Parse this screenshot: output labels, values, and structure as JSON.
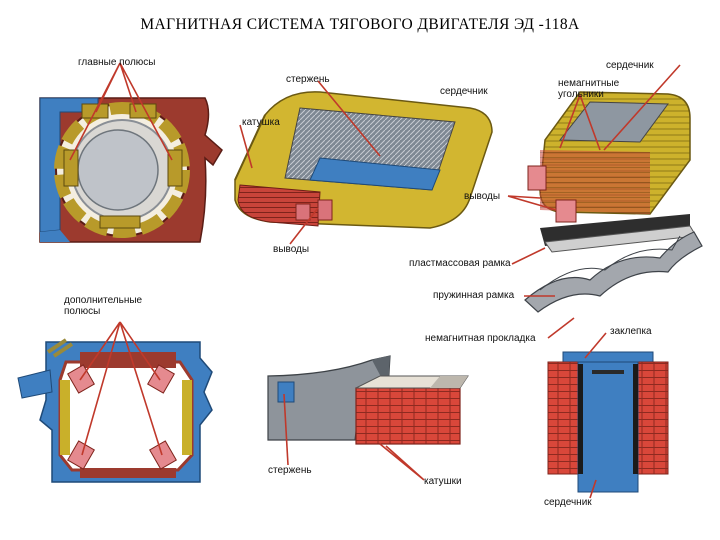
{
  "title": "МАГНИТНАЯ  СИСТЕМА  ТЯГОВОГО  ДВИГАТЕЛЯ  ЭД -118А",
  "labels": {
    "main_poles": "главные полюсы",
    "core_top_right": "сердечник",
    "rod_top": "стержень",
    "core_center": "сердечник",
    "nonmagnetic_angles_1": "немагнитные",
    "nonmagnetic_angles_2": "угольники",
    "coil": "катушка",
    "leads_right": "выводы",
    "leads_left": "выводы",
    "plastic_frame": "пластмассовая рамка",
    "spring_frame": "пружинная рамка",
    "additional_poles_1": "дополнительные",
    "additional_poles_2": "полюсы",
    "rivet": "заклепка",
    "nonmagnetic_spacer": "немагнитная прокладка",
    "rod_bottom": "стержень",
    "coils": "катушки",
    "core_bottom": "сердечник"
  },
  "colors": {
    "frame_red": "#9c3a2e",
    "frame_blue": "#3f7fc1",
    "coil_yellow": "#c9b02a",
    "coil_red": "#cc4a3a",
    "core_grey": "#9aa0a8",
    "leader": "#c0392b"
  }
}
